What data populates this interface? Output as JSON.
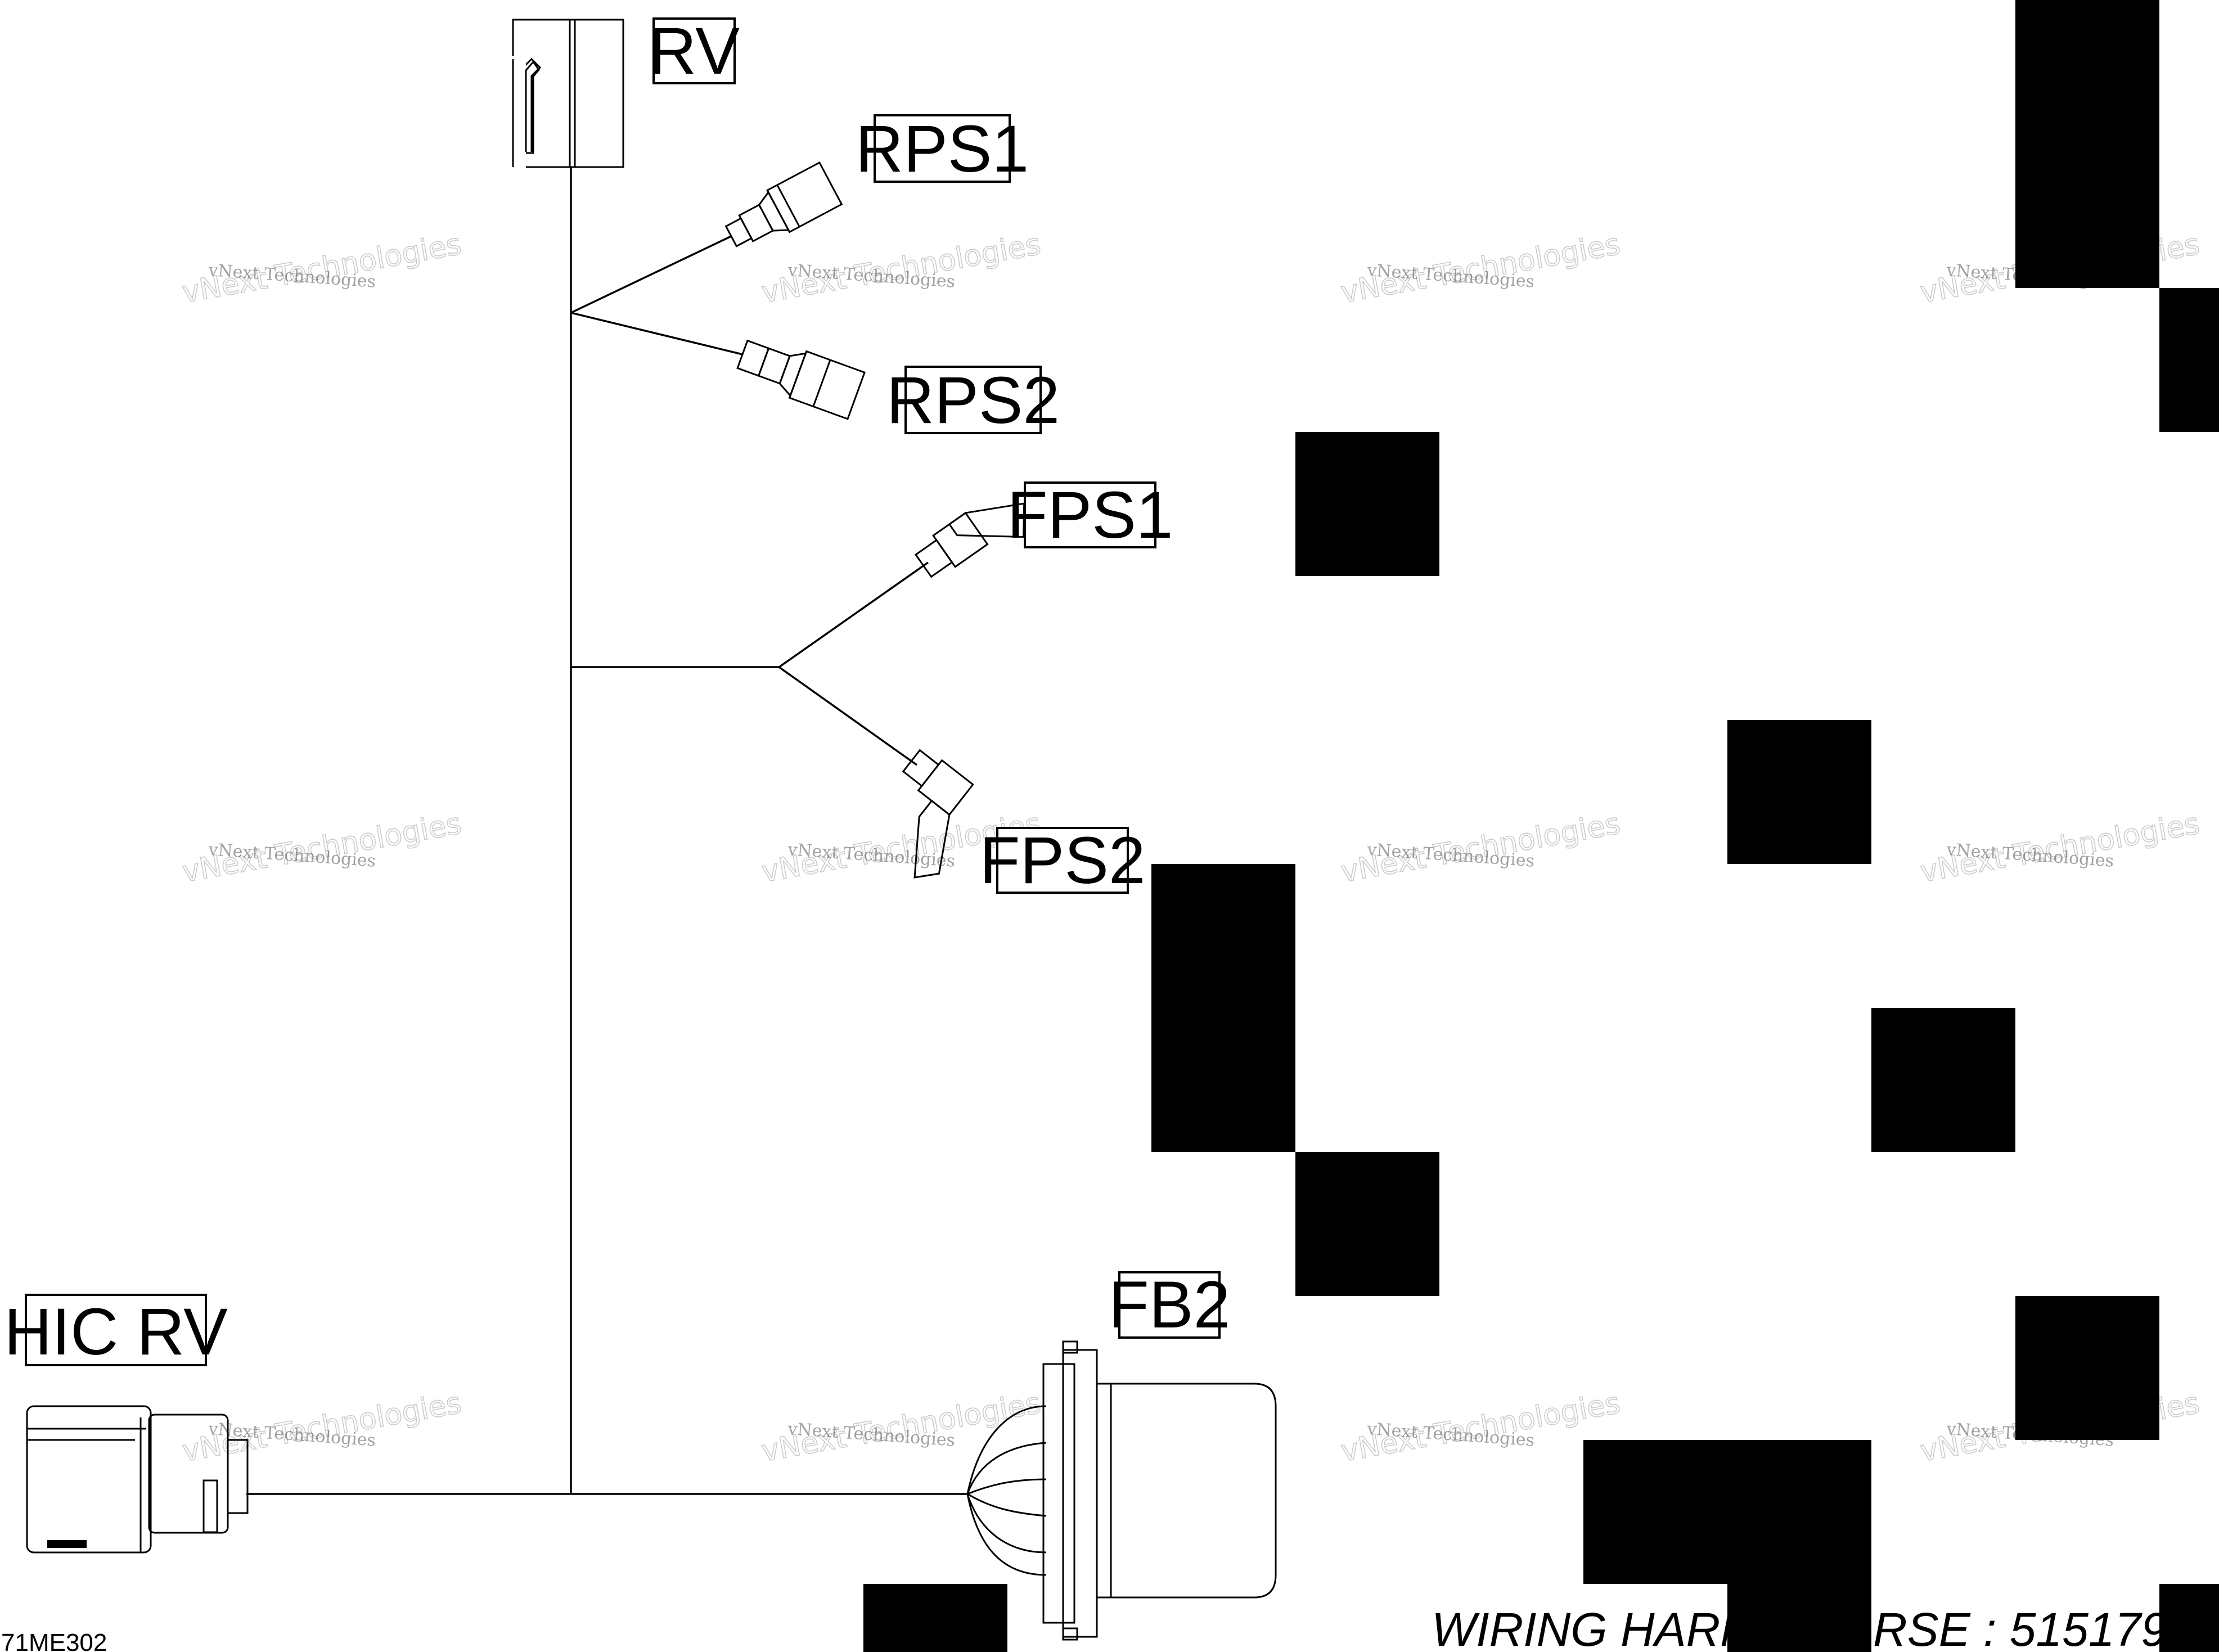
{
  "labels": {
    "rv": "RV",
    "rps1": "RPS1",
    "rps2": "RPS2",
    "fps1": "FPS1",
    "fps2": "FPS2",
    "fb2": "FB2",
    "hic_rv": "HIC  RV"
  },
  "watermark": {
    "line1": "vNext Technologies",
    "line2": "vNext Technologies"
  },
  "footer": {
    "part_code": "71ME302",
    "title_left": "WIRING HARNES",
    "title_right": "RSE  :  5151794"
  }
}
